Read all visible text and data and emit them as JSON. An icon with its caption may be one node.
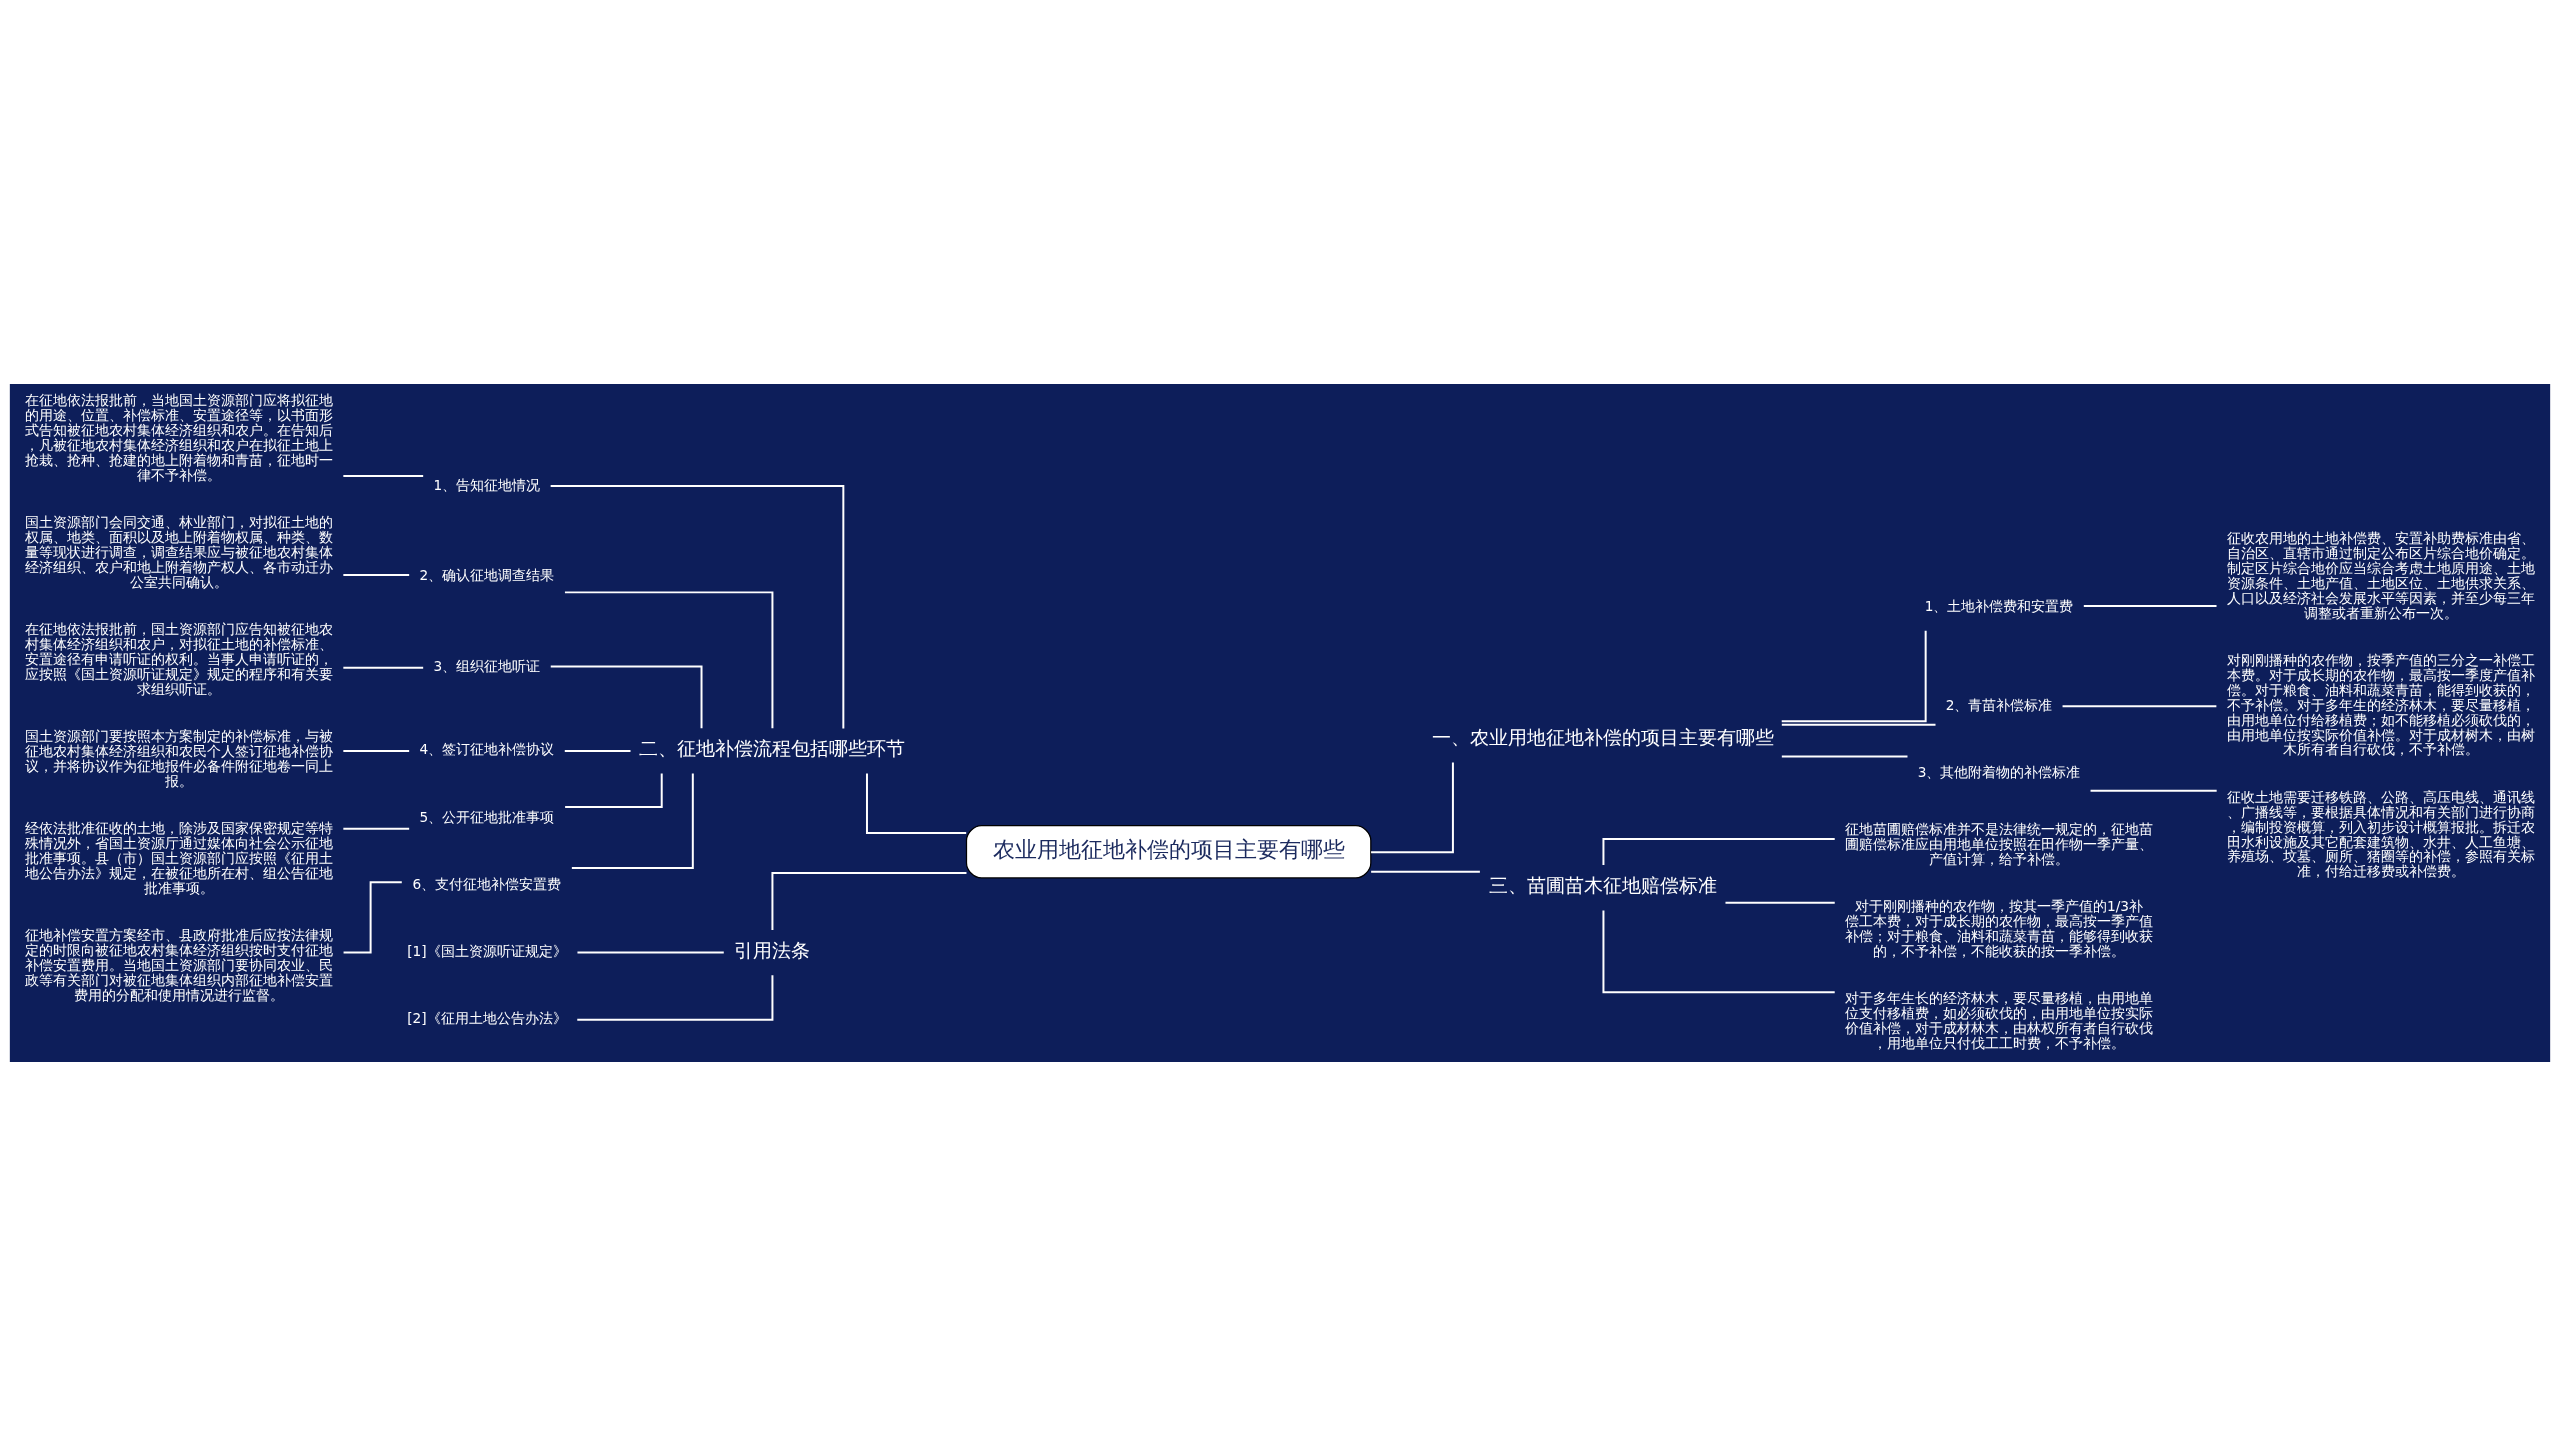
{
  "diagram": {
    "nodes": [
      {
        "text": [
          "农业用地征地补偿的项目主要有哪些"
        ]
      },
      {
        "text": [
          "一、农业用地征地补偿的项目主要有哪些"
        ]
      },
      {
        "text": [
          "1、土地补偿费和安置费"
        ]
      },
      {
        "text": [
          "征收农用地的土地补偿费、安置补助费标准由省、自治区、直辖市通过制定公布区片综合地价确定。制定区片综合地价应当综合考虑土地原用途、土地资源条件、土地产值、土地区位、土地供求关系、人口以及经济社会发展水平等因素，并至少每三年调整或者重新公布一次。"
        ]
      },
      {
        "text": [
          "2、青苗补偿标准"
        ]
      },
      {
        "text": [
          "对刚刚播种的农作物，按季产值的三分之一补偿工本费。对于成长期的农作物，最高按一季度产值补偿。对于粮食、油料和蔬菜青苗，能得到收获的，不予补偿。对于多年生的经济林木，要尽量移植，由用地单位付给移植费；如不能移植必须砍伐的，由用地单位按实际价值补偿。对于成材树木，由树木所有者自行砍伐，不予补偿。"
        ]
      },
      {
        "text": [
          "3、其他附着物的补偿标准"
        ]
      },
      {
        "text": [
          "征收土地需要迁移铁路、公路、高压电线、通讯线、广播线等，要根据具体情况和有关部门进行协商，编制投资概算，列入初步设计概算报批。拆迁农田水利设施及其它配套建筑物、水井、人工鱼塘、养殖场、坟墓、厕所、猪圈等的补偿，参照有关标准，付给迁移费或补偿费。"
        ]
      },
      {
        "text": [
          "三、苗圃苗木征地赔偿标准"
        ]
      },
      {
        "text": [
          "征地苗圃赔偿标准并不是法律统一规定的，征地苗圃赔偿标准应由用地单位按照在田作物一季产量、产值计算，给予补偿。"
        ]
      },
      {
        "text": [
          "对于刚刚播种的农作物，按其一季产值的1/3补偿工本费，对于成长期的农作物，最高按一季产值补偿；对于粮食、油料和蔬菜青苗，能够得到收获的，不予补偿，不能收获的按一季补偿。"
        ]
      },
      {
        "text": [
          "对于多年生长的经济林木，要尽量移植，由用地单位支付移植费，如必须砍伐的，由用地单位按实际价值补偿，对于成材林木，由林权所有者自行砍伐，用地单位只付伐工工时费，不予补偿。"
        ]
      },
      {
        "text": [
          "二、征地补偿流程包括哪些环节"
        ]
      },
      {
        "text": [
          "1、告知征地情况"
        ]
      },
      {
        "text": [
          "在征地依法报批前，当地国土资源部门应将拟征地的用途、位置、补偿标准、安置途径等，以书面形式告知被征地农村集体经济组织和农户。在告知后，凡被征地农村集体经济组织和农户在拟征土地上抢栽、抢种、抢建的地上附着物和青苗，征地时一律不予补偿。"
        ]
      },
      {
        "text": [
          "2、确认征地调查结果"
        ]
      },
      {
        "text": [
          "国土资源部门会同交通、林业部门，对拟征土地的权属、地类、面积以及地上附着物权属、种类、数量等现状进行调查，调查结果应与被征地农村集体经济组织、农户和地上附着物产权人、各市动迁办公室共同确认。"
        ]
      },
      {
        "text": [
          "3、组织征地听证"
        ]
      },
      {
        "text": [
          "在征地依法报批前，国土资源部门应告知被征地农村集体经济组织和农户，对拟征土地的补偿标准、安置途径有申请听证的权利。当事人申请听证的，应按照《国土资源听证规定》规定的程序和有关要求组织听证。"
        ]
      },
      {
        "text": [
          "4、签订征地补偿协议"
        ]
      },
      {
        "text": [
          "国土资源部门要按照本方案制定的补偿标准，与被征地农村集体经济组织和农民个人签订征地补偿协议，并将协议作为征地报件必备件附征地卷一同上报。"
        ]
      },
      {
        "text": [
          "5、公开征地批准事项"
        ]
      },
      {
        "text": [
          "经依法批准征收的土地，除涉及国家保密规定等特殊情况外，省国土资源厅通过媒体向社会公示征地批准事项。县（市）国土资源部门应按照《征用土地公告办法》规定，在被征地所在村、组公告征地批准事项。"
        ]
      },
      {
        "text": [
          "6、支付征地补偿安置费"
        ]
      },
      {
        "text": [
          "征地补偿安置方案经市、县政府批准后应按法律规定的时限向被征地农村集体经济组织按时支付征地补偿安置费用。当地国土资源部门要协同农业、民政等有关部门对被征地集体组织内部征地补偿安置费用的分配和使用情况进行监督。"
        ]
      },
      {
        "text": [
          "引用法条"
        ]
      },
      {
        "text": [
          "[1]《国土资源听证规定》"
        ]
      },
      {
        "text": [
          "[2]《征用土地公告办法》"
        ]
      }
    ],
    "edges": [
      {
        "from": 0,
        "to": 1,
        "arrow": "none"
      },
      {
        "from": 1,
        "to": 2,
        "arrow": "none"
      },
      {
        "from": 2,
        "to": 3,
        "arrow": "none"
      },
      {
        "from": 1,
        "to": 4,
        "arrow": "none"
      },
      {
        "from": 4,
        "to": 5,
        "arrow": "none"
      },
      {
        "from": 1,
        "to": 6,
        "arrow": "none"
      },
      {
        "from": 6,
        "to": 7,
        "arrow": "none"
      },
      {
        "from": 0,
        "to": 8,
        "arrow": "none"
      },
      {
        "from": 8,
        "to": 9,
        "arrow": "none"
      },
      {
        "from": 8,
        "to": 10,
        "arrow": "none"
      },
      {
        "from": 8,
        "to": 11,
        "arrow": "none"
      },
      {
        "from": 0,
        "to": 12,
        "arrow": "none"
      },
      {
        "from": 12,
        "to": 13,
        "arrow": "none"
      },
      {
        "from": 13,
        "to": 14,
        "arrow": "none"
      },
      {
        "from": 12,
        "to": 15,
        "arrow": "none"
      },
      {
        "from": 15,
        "to": 16,
        "arrow": "none"
      },
      {
        "from": 12,
        "to": 17,
        "arrow": "none"
      },
      {
        "from": 17,
        "to": 18,
        "arrow": "none"
      },
      {
        "from": 12,
        "to": 19,
        "arrow": "none"
      },
      {
        "from": 19,
        "to": 20,
        "arrow": "none"
      },
      {
        "from": 12,
        "to": 21,
        "arrow": "none"
      },
      {
        "from": 21,
        "to": 22,
        "arrow": "none"
      },
      {
        "from": 12,
        "to": 23,
        "arrow": "none"
      },
      {
        "from": 23,
        "to": 24,
        "arrow": "none"
      },
      {
        "from": 0,
        "to": 25,
        "arrow": "none"
      },
      {
        "from": 25,
        "to": 26,
        "arrow": "none"
      },
      {
        "from": 25,
        "to": 27,
        "arrow": "none"
      }
    ]
  }
}
